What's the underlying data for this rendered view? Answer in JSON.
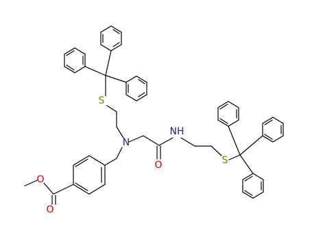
{
  "molecule": {
    "atom_labels": {
      "sulfur_1": "S",
      "sulfur_2": "S",
      "amine_nitrogen": "N",
      "amide_nitrogen": "NH",
      "amide_oxygen": "O",
      "ester_ether_oxygen": "O",
      "ester_carbonyl_oxygen": "O"
    },
    "colors": {
      "bond": "#000000",
      "sulfur": "#808000",
      "nitrogen": "#1f1f8f",
      "oxygen": "#cc0000"
    }
  }
}
